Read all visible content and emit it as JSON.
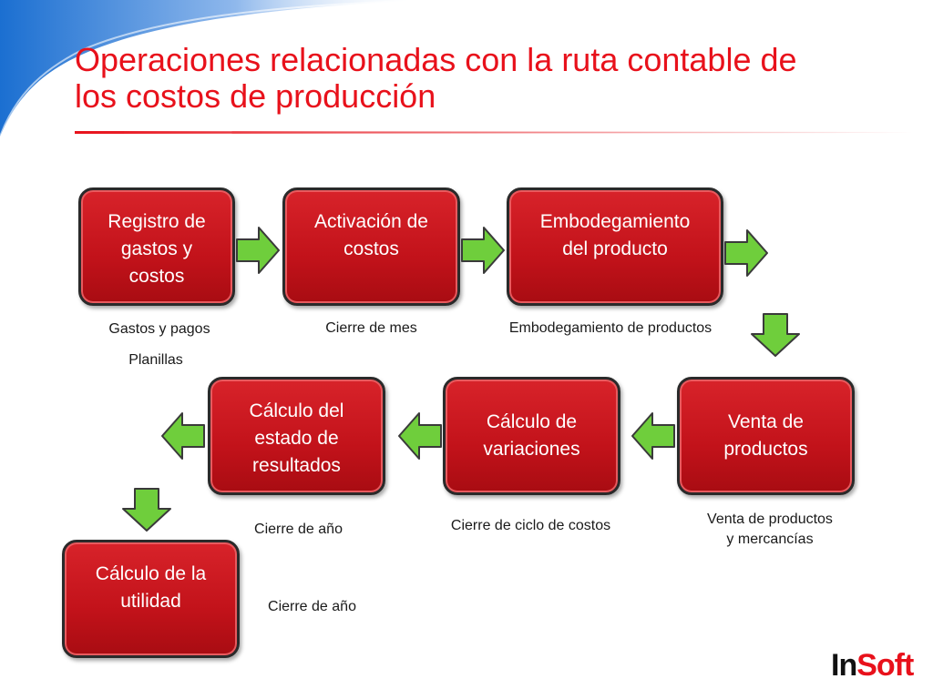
{
  "title": "Operaciones relacionadas con la ruta contable de\nlos costos de producción",
  "colors": {
    "title": "#e8111b",
    "box_fill": "#c2121a",
    "arrow_fill": "#6fce3c",
    "swoosh": "#1b6fd1"
  },
  "steps": [
    {
      "label": "Registro de\ngastos y\ncostos",
      "captions": [
        "Gastos y pagos",
        "Planillas"
      ]
    },
    {
      "label": "Activación de\ncostos",
      "captions": [
        "Cierre de mes"
      ]
    },
    {
      "label": "Embodegamiento\ndel producto",
      "captions": [
        "Embodegamiento de productos"
      ]
    },
    {
      "label": "Venta de\nproductos",
      "captions": [
        "Venta de productos\ny mercancías"
      ]
    },
    {
      "label": "Cálculo de\nvariaciones",
      "captions": [
        "Cierre de ciclo de costos"
      ]
    },
    {
      "label": "Cálculo del\nestado de\nresultados",
      "captions": [
        "Cierre de año"
      ]
    },
    {
      "label": "Cálculo de la\nutilidad",
      "captions": [
        "Cierre de año"
      ]
    }
  ],
  "logo": {
    "part1": "In",
    "part2": "Soft"
  }
}
